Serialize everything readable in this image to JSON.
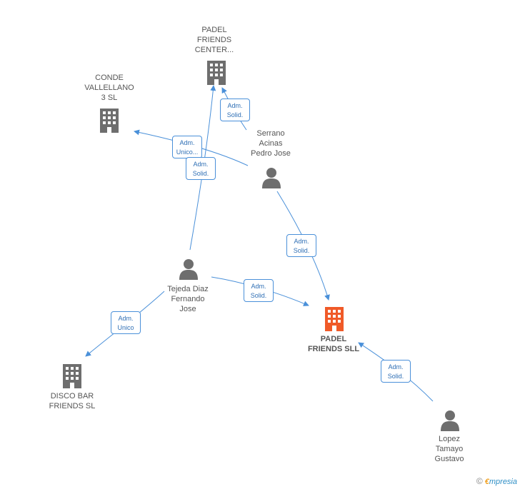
{
  "colors": {
    "edge": "#4a90d9",
    "company": "#6e6e6e",
    "focus_company": "#f05a28",
    "person": "#6e6e6e"
  },
  "nodes": {
    "padel_center": {
      "label": "PADEL\nFRIENDS\nCENTER...",
      "type": "company-icon"
    },
    "conde": {
      "label": "CONDE\nVALLELLANO\n3 SL",
      "type": "company-icon"
    },
    "serrano": {
      "label": "Serrano\nAcinas\nPedro Jose",
      "type": "person-icon"
    },
    "tejeda": {
      "label": "Tejeda Diaz\nFernando\nJose",
      "type": "person-icon"
    },
    "padel_sll": {
      "label": "PADEL\nFRIENDS SLL",
      "type": "company-icon"
    },
    "disco": {
      "label": "DISCO BAR\nFRIENDS SL",
      "type": "company-icon"
    },
    "lopez": {
      "label": "Lopez\nTamayo\nGustavo",
      "type": "person-icon"
    }
  },
  "edges": {
    "serrano_center": {
      "label": "Adm.\nSolid."
    },
    "serrano_conde": {
      "label": "Adm.\nUnico..."
    },
    "tejeda_center": {
      "label": "Adm.\nSolid."
    },
    "serrano_sll": {
      "label": "Adm.\nSolid."
    },
    "tejeda_sll": {
      "label": "Adm.\nSolid."
    },
    "tejeda_disco": {
      "label": "Adm.\nUnico"
    },
    "lopez_sll": {
      "label": "Adm.\nSolid."
    }
  },
  "footer": {
    "copyright_symbol": "©",
    "brand_first": "€",
    "brand_rest": "mpresia"
  }
}
